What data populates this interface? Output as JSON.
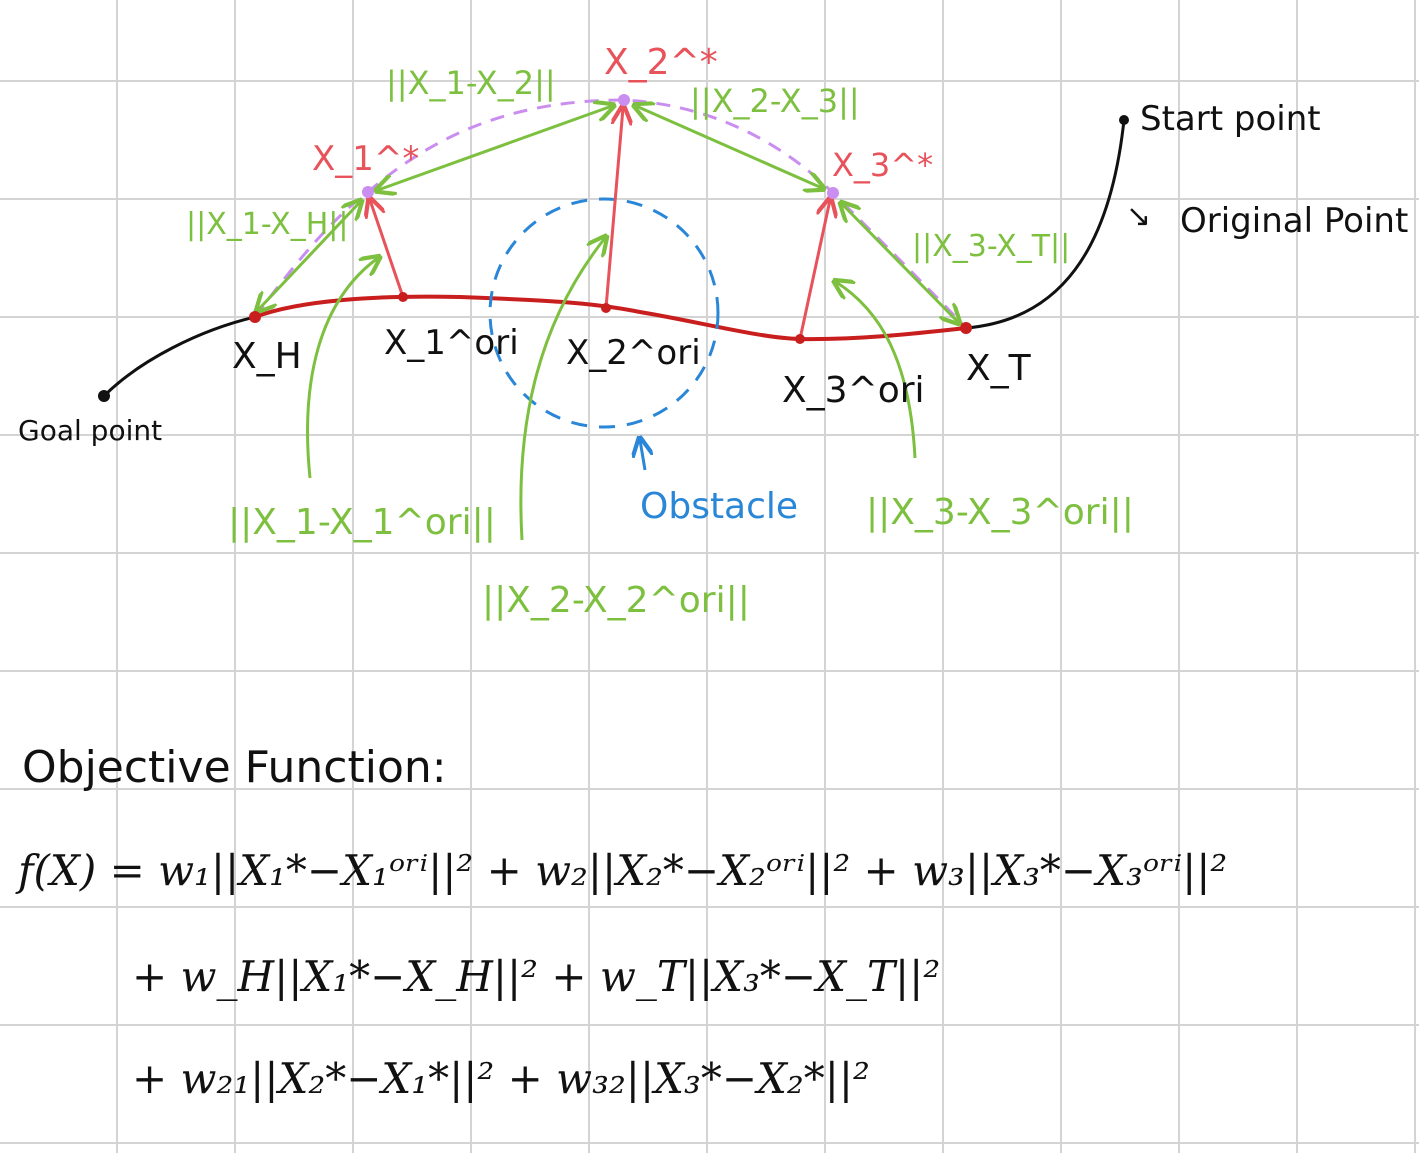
{
  "points": {
    "goal": "Goal point",
    "start": "Start point",
    "original": "Original Point",
    "obstacle": "Obstacle"
  },
  "nodes": {
    "xh": "X_H",
    "xt": "X_T",
    "x1_ori": "X_1^ori",
    "x2_ori": "X_2^ori",
    "x3_ori": "X_3^ori",
    "x1_star": "X_1^*",
    "x2_star": "X_2^*",
    "x3_star": "X_3^*"
  },
  "distances": {
    "x1_x2": "||X_1-X_2||",
    "x2_x3": "||X_2-X_3||",
    "x1_xh": "||X_1-X_H||",
    "x3_xt": "||X_3-X_T||",
    "x1_x1ori": "||X_1-X_1^ori||",
    "x2_x2ori": "||X_2-X_2^ori||",
    "x3_x3ori": "||X_3-X_3^ori||"
  },
  "equation": {
    "title": "Objective Function:",
    "line1": "f(X) = w₁||X₁*−X₁ᵒʳⁱ||² + w₂||X₂*−X₂ᵒʳⁱ||² + w₃||X₃*−X₃ᵒʳⁱ||²",
    "line2": "+ w_H||X₁*−X_H||² + w_T||X₃*−X_T||²",
    "line3": "+ w₂₁||X₂*−X₁*||² + w₃₂||X₃*−X₂*||²"
  },
  "colors": {
    "path": "#c81e1e",
    "optimized": "#e8525a",
    "distance": "#7dc040",
    "obstacle": "#2a86d6",
    "dashed_path": "#c98ef0"
  }
}
